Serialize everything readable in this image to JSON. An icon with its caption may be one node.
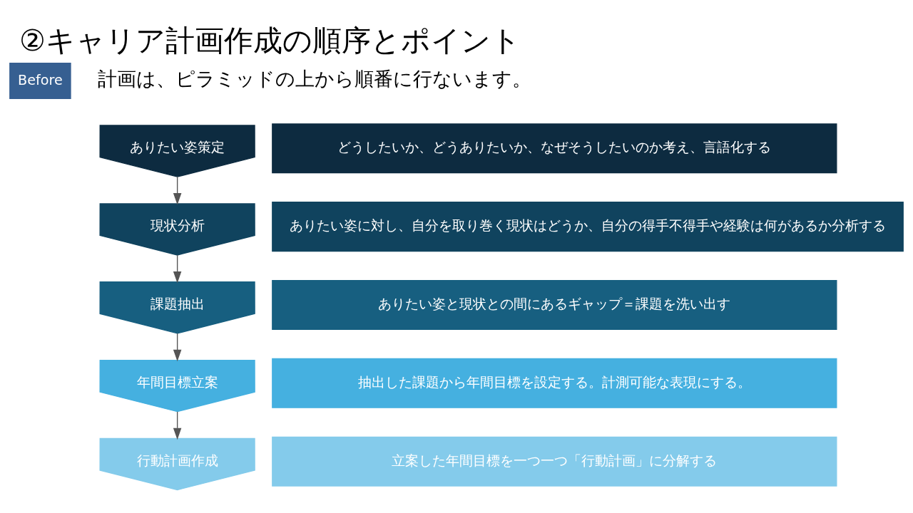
{
  "diagram": {
    "title": "②キャリア計画作成の順序とポイント",
    "nodes": [
      {
        "text": [
          "ありたい姿策定"
        ]
      },
      {
        "text": [
          "どうしたいか、どうありたいか、なぜそうしたいのか考え、言語化する"
        ]
      },
      {
        "text": [
          "現状分析"
        ]
      },
      {
        "text": [
          "ありたい姿に対し、自分を取り巻く現状はどうか、自分の得手不得手や経験は何があるか分析する"
        ]
      },
      {
        "text": [
          "課題抽出"
        ]
      },
      {
        "text": [
          "ありたい姿と現状との間にあるギャップ＝課題を洗い出す"
        ]
      },
      {
        "text": [
          "年間目標立案"
        ]
      },
      {
        "text": [
          "抽出した課題から年間目標を設定する。計測可能な表現にする。"
        ]
      },
      {
        "text": [
          "行動計画作成"
        ]
      },
      {
        "text": [
          "立案した年間目標を一つ一つ「行動計画」に分解する"
        ]
      }
    ],
    "edges": [
      {
        "from": 0,
        "to": 2,
        "arrow": "to"
      },
      {
        "from": 2,
        "to": 4,
        "arrow": "to"
      },
      {
        "from": 4,
        "to": 6,
        "arrow": "to"
      },
      {
        "from": 6,
        "to": 8,
        "arrow": "to"
      }
    ],
    "labels": [
      "Before",
      "計画は、ピラミッドの上から順番に行ないます。"
    ]
  }
}
